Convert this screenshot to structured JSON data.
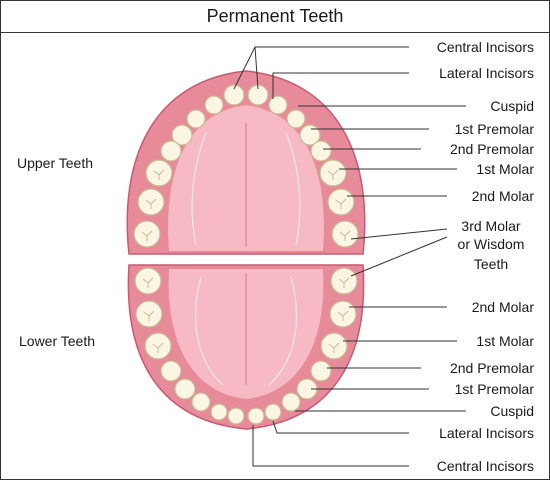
{
  "title": "Permanent Teeth",
  "jaw_labels": {
    "upper": "Upper Teeth",
    "lower": "Lower Teeth"
  },
  "upper_labels": [
    "Central Incisors",
    "Lateral Incisors",
    "Cuspid",
    "1st Premolar",
    "2nd Premolar",
    "1st Molar",
    "2nd Molar"
  ],
  "third_molar_label": [
    "3rd Molar",
    "or Wisdom",
    "Teeth"
  ],
  "lower_labels": [
    "2nd Molar",
    "1st Molar",
    "2nd Premolar",
    "1st Premolar",
    "Cuspid",
    "Lateral Incisors",
    "Central Incisors"
  ],
  "colors": {
    "gum": "#e78a9a",
    "gum_dark": "#c85a70",
    "palate": "#f7b9c3",
    "tooth": "#fbf5e4",
    "tooth_edge": "#c9b98f",
    "line": "#333333"
  }
}
